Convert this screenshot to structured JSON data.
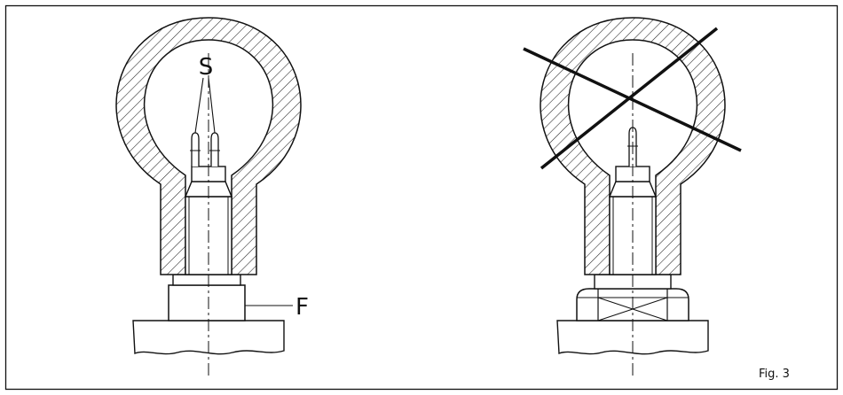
{
  "labels": {
    "sensor": "S",
    "fitting": "F",
    "figure": "Fig. 3"
  },
  "colors": {
    "line": "#111111",
    "background": "#ffffff"
  }
}
